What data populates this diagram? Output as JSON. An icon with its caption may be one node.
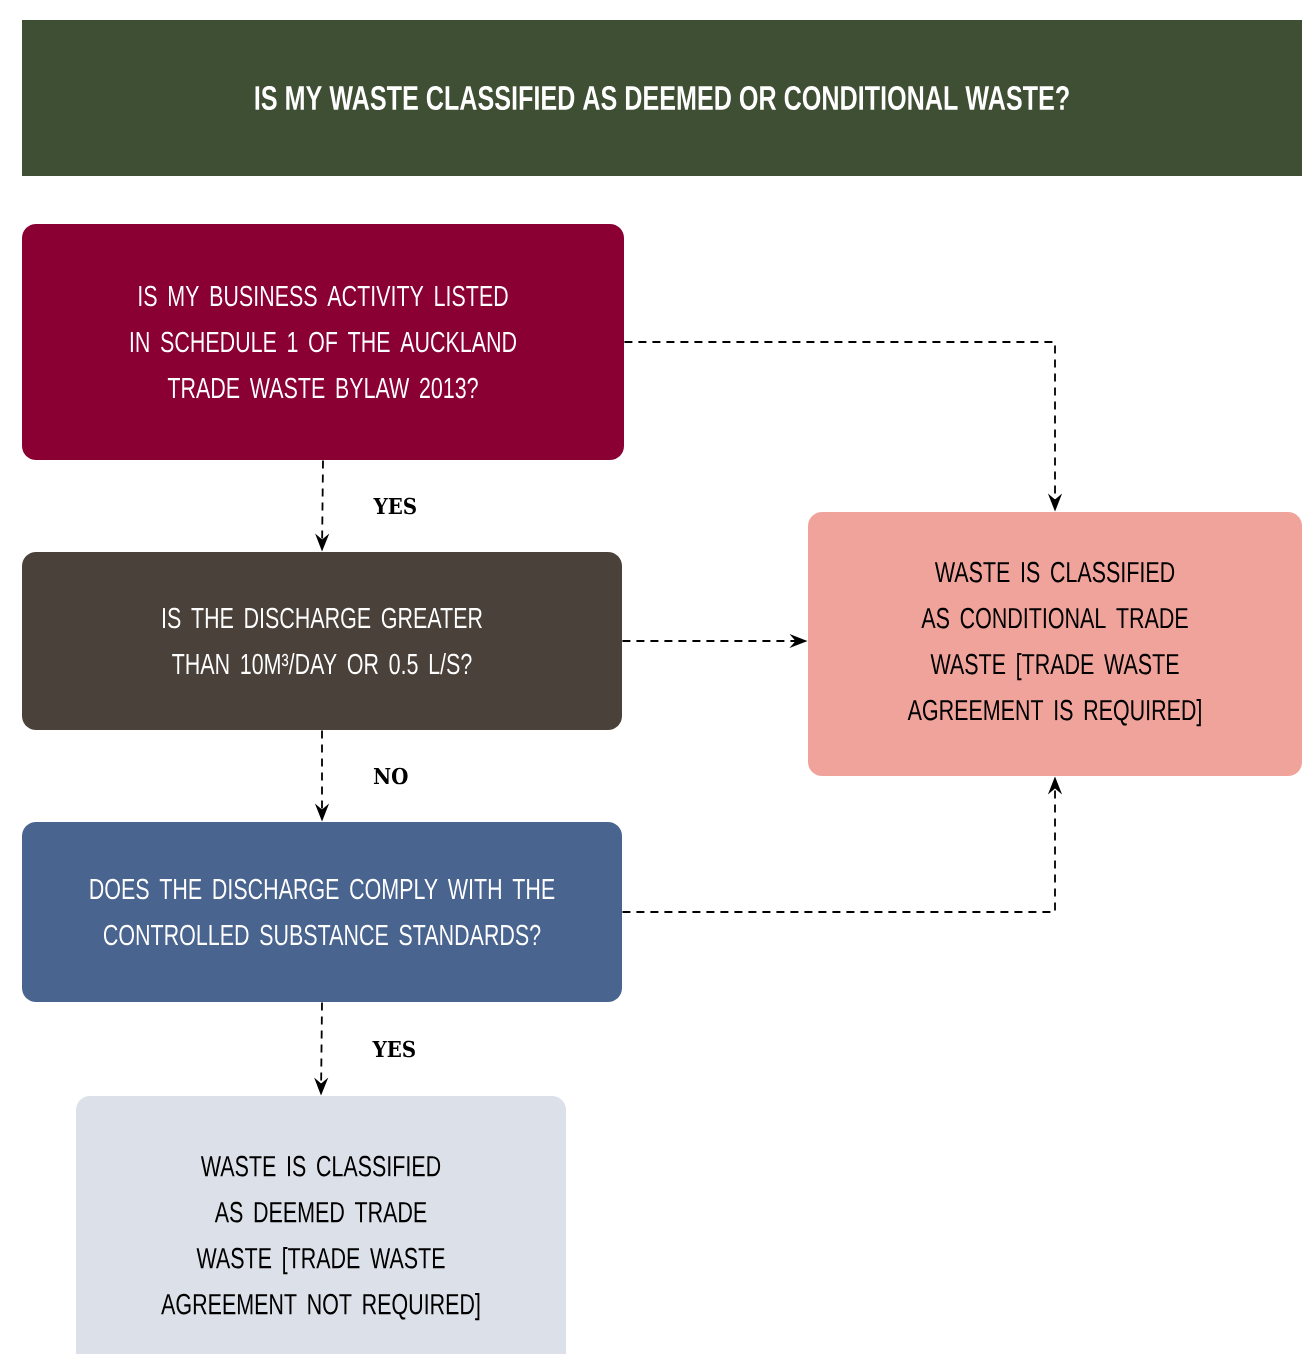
{
  "diagram": {
    "title": "IS MY WASTE CLASSIFIED AS DEEMED OR CONDITIONAL WASTE?",
    "nodes": [
      {
        "text": [
          "IS MY BUSINESS ACTIVITY LISTED IN SCHEDULE 1 OF THE AUCKLAND TRADE WASTE BYLAW 2013?"
        ]
      },
      {
        "text": [
          "IS THE DISCHARGE GREATER THAN 10M³/DAY OR 0.5 L/S?"
        ]
      },
      {
        "text": [
          "DOES THE DISCHARGE COMPLY WITH THE CONTROLLED SUBSTANCE STANDARDS?"
        ]
      },
      {
        "text": [
          "WASTE IS CLASSIFIED AS CONDITIONAL TRADE WASTE [TRADE WASTE AGREEMENT IS REQUIRED]"
        ]
      },
      {
        "text": [
          "WASTE IS CLASSIFIED AS DEEMED TRADE WASTE [TRADE WASTE AGREEMENT NOT REQUIRED]"
        ]
      }
    ],
    "edges": [
      {
        "from": 0,
        "to": 1,
        "arrow": "to",
        "label": "YES",
        "style": "dashed"
      },
      {
        "from": 0,
        "to": 3,
        "arrow": "to",
        "style": "dashed"
      },
      {
        "from": 1,
        "to": 2,
        "arrow": "to",
        "label": "NO",
        "style": "dashed"
      },
      {
        "from": 1,
        "to": 3,
        "arrow": "to",
        "style": "dashed"
      },
      {
        "from": 2,
        "to": 4,
        "arrow": "to",
        "label": "YES",
        "style": "dashed"
      },
      {
        "from": 2,
        "to": 3,
        "arrow": "to",
        "style": "dashed"
      }
    ]
  }
}
